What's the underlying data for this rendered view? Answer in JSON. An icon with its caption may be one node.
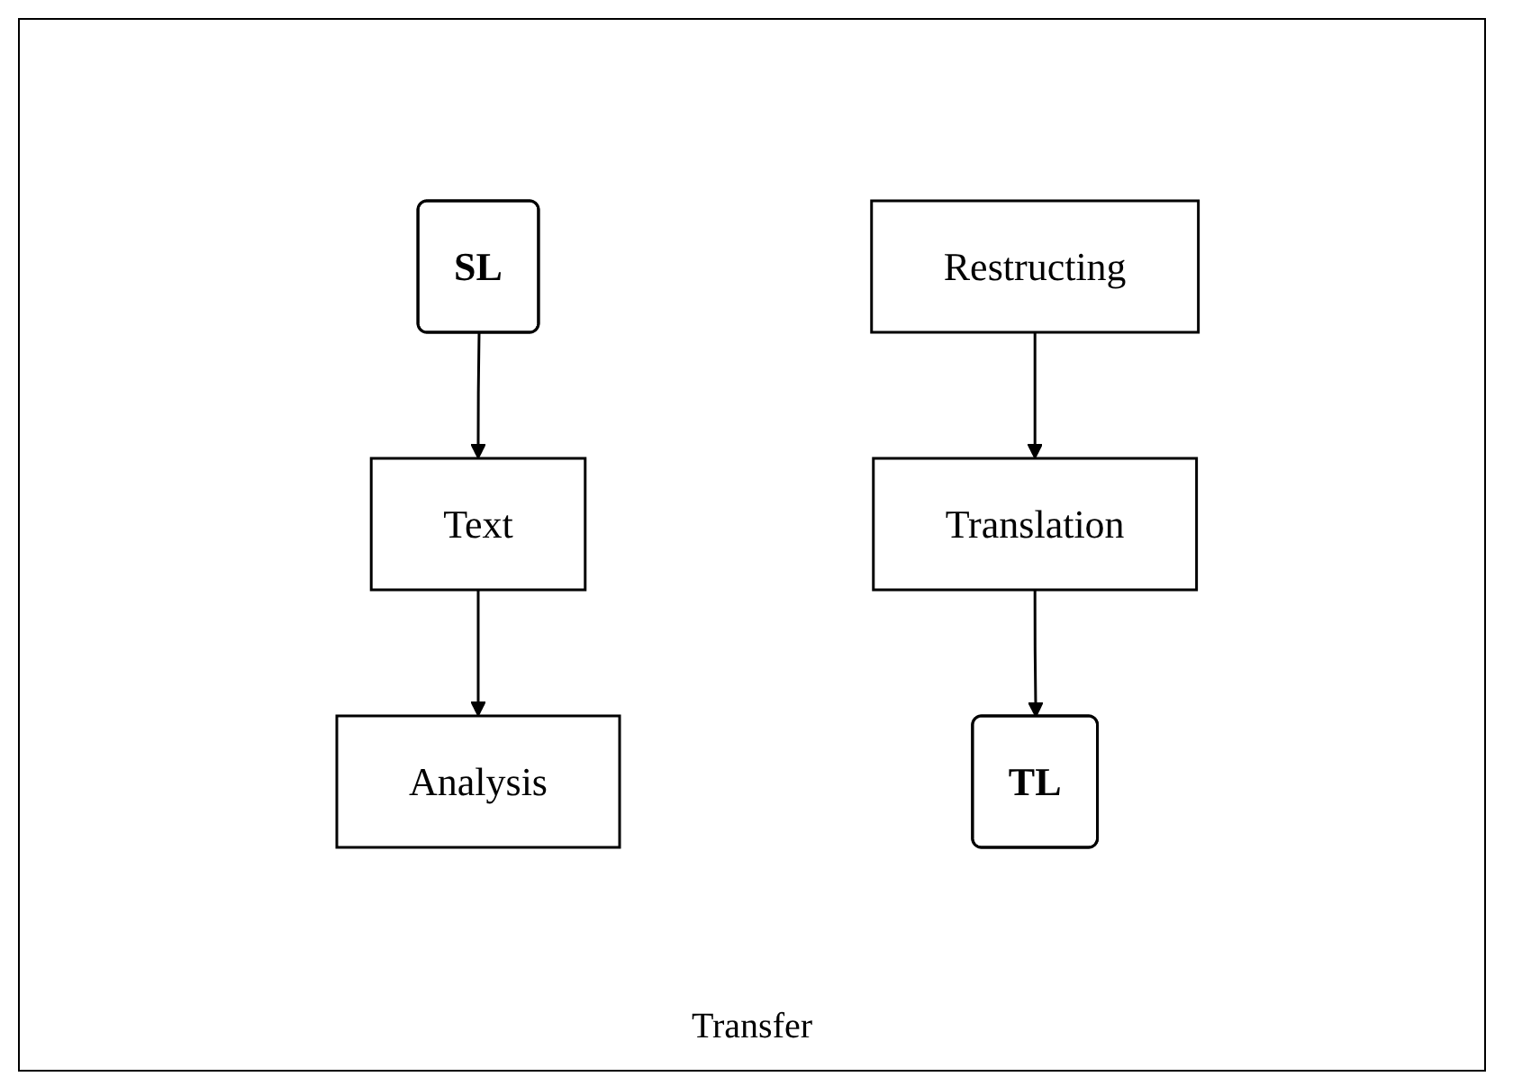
{
  "diagram": {
    "nodes": [
      {
        "text": [
          "SL"
        ]
      },
      {
        "text": [
          "TL"
        ]
      },
      {
        "text": [
          "Text"
        ]
      },
      {
        "text": [
          "Translation"
        ]
      },
      {
        "text": [
          "Analysis"
        ]
      },
      {
        "text": [
          "Restructing"
        ]
      }
    ],
    "edges": [
      {
        "from": 0,
        "to": 2,
        "arrow": "to"
      },
      {
        "from": 2,
        "to": 4,
        "arrow": "to"
      },
      {
        "from": 5,
        "to": 3,
        "arrow": "to"
      },
      {
        "from": 3,
        "to": 1,
        "arrow": "to"
      }
    ],
    "labels": [
      "Transfer"
    ]
  }
}
